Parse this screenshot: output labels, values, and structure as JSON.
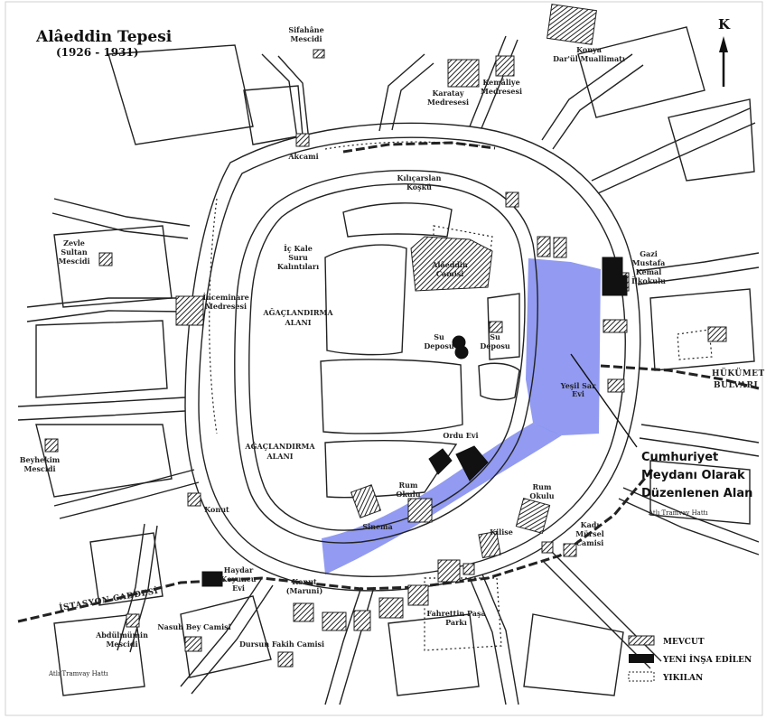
{
  "title": "Alâeddin Tepesi",
  "subtitle": "(1926 - 1931)",
  "north": "K",
  "annotation": [
    "Cumhuriyet",
    "Meydanı Olarak",
    "Düzenlenen Alan"
  ],
  "colors": {
    "highlight": "#8c96f0",
    "line": "#222222",
    "paper": "#ffffff"
  },
  "legend": {
    "existing": "MEVCUT",
    "new": "YENİ İNŞA EDİLEN",
    "demolished": "YIKILAN"
  },
  "streets": {
    "istasyon": "İSTASYON CADDESİ",
    "hukumet_1": "HÜKÜMET",
    "hukumet_2": "BULVARI"
  },
  "labels": {
    "sifahane": [
      "Sifahâne",
      "Mescidi"
    ],
    "konya": [
      "Konya",
      "Dar'ül Muallimatı"
    ],
    "karatay": [
      "Karatay",
      "Medresesi"
    ],
    "kemaliye": [
      "Kemâliye",
      "Medresesi"
    ],
    "akcami": "Akcami",
    "kilicarslan": [
      "Kılıçarslan",
      "Köşkü"
    ],
    "zevle": [
      "Zevle",
      "Sultan",
      "Mescidi"
    ],
    "ickale": [
      "İç Kale",
      "Suru",
      "Kalıntıları"
    ],
    "aladdin_camii": [
      "Alâeddin",
      "Camisi"
    ],
    "gazi": [
      "Gazi",
      "Mustafa",
      "Kemal",
      "İlkokulu"
    ],
    "incemin": [
      "İnceminare",
      "Medresesi"
    ],
    "agac1": [
      "AĞAÇLANDIRMA",
      "ALANI"
    ],
    "su_depo1": [
      "Su",
      "Deposu"
    ],
    "su_depo2": [
      "Su",
      "Deposu"
    ],
    "yesil_sar": [
      "Yeşil Sar",
      "Evi"
    ],
    "agac2": [
      "AĞAÇLANDIRMA",
      "ALANI"
    ],
    "ordu_evi": "Ordu Evi",
    "beyhekim": [
      "Beyhekim",
      "Mescidi"
    ],
    "rum_okulu1": [
      "Rum",
      "Okulu"
    ],
    "rum_okulu2": [
      "Rum",
      "Okulu"
    ],
    "konut1": "Konut",
    "sinema": "Sinema",
    "kilise": "Kilise",
    "kadi": [
      "Kadı",
      "Mürsel",
      "Camisi"
    ],
    "haydar": [
      "Haydar",
      "Koyuncu",
      "Evi"
    ],
    "konut_maruni": [
      "Konut",
      "(Maruni)"
    ],
    "abdulmumin": [
      "Abdülmümin",
      "Mescidi"
    ],
    "nasuh": "Nasuh Bey Camisi",
    "fahrettin": [
      "Fahrettin Paşa",
      "Parkı"
    ],
    "dursun": "Dursun Fakih Camisi",
    "tram1": "Atlı Tramvay Hattı",
    "tram2": "Atlı Tramvay Hattı"
  }
}
